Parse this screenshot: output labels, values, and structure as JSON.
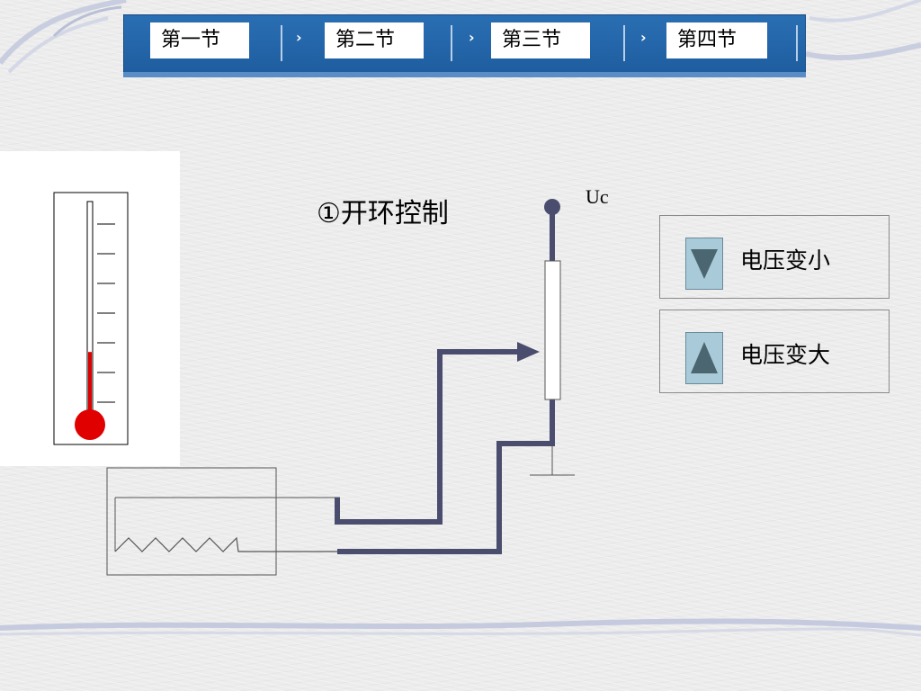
{
  "nav": {
    "tabs": [
      {
        "label": "第一节"
      },
      {
        "label": "第二节"
      },
      {
        "label": "第三节"
      },
      {
        "label": "第四节"
      }
    ],
    "separator_glyph": "›"
  },
  "diagram": {
    "title": "①开环控制",
    "voltage_label": "Uc"
  },
  "controls": {
    "decrease": {
      "label": "电压变小",
      "icon": "triangle-down-icon"
    },
    "increase": {
      "label": "电压变大",
      "icon": "triangle-up-icon"
    }
  },
  "thermometer": {
    "level_fraction": 0.3,
    "tick_count": 7
  },
  "colors": {
    "nav_blue": "#2a6fb3",
    "wire": "#4a4d6e",
    "mercury": "#e00000",
    "button_fill": "#a9cbd9",
    "triangle": "#4b6670"
  }
}
